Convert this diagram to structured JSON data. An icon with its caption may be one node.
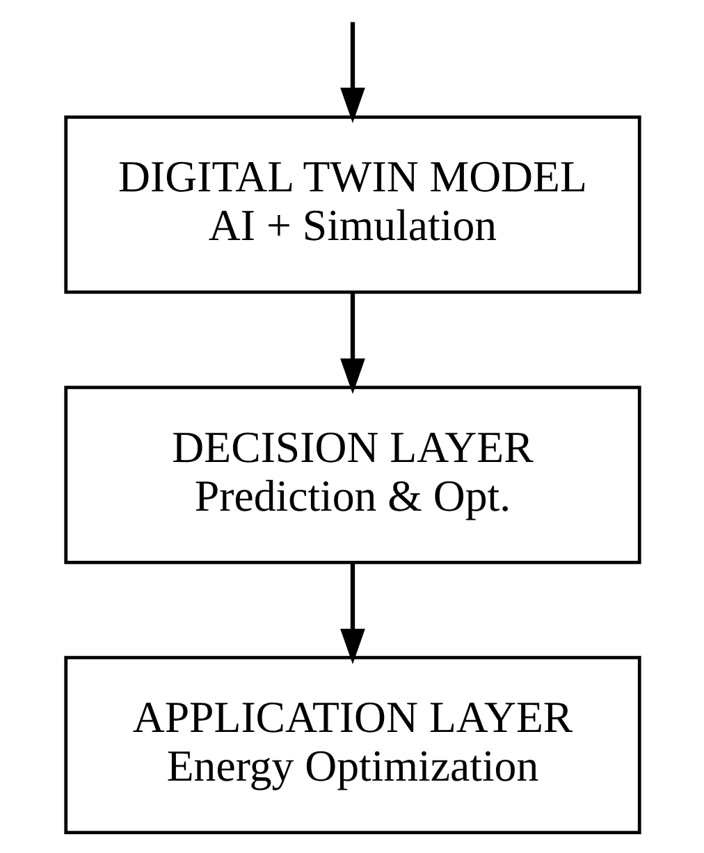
{
  "diagram": {
    "nodes": [
      {
        "text": [
          "DIGITAL TWIN MODEL",
          "AI + Simulation"
        ]
      },
      {
        "text": [
          "DECISION LAYER",
          "Prediction & Opt."
        ]
      },
      {
        "text": [
          "APPLICATION LAYER",
          "Energy Optimization"
        ]
      }
    ],
    "edges": [
      {
        "from": null,
        "to": 0,
        "arrow": "to"
      },
      {
        "from": 0,
        "to": 1,
        "arrow": "to"
      },
      {
        "from": 1,
        "to": 2,
        "arrow": "to"
      }
    ]
  }
}
